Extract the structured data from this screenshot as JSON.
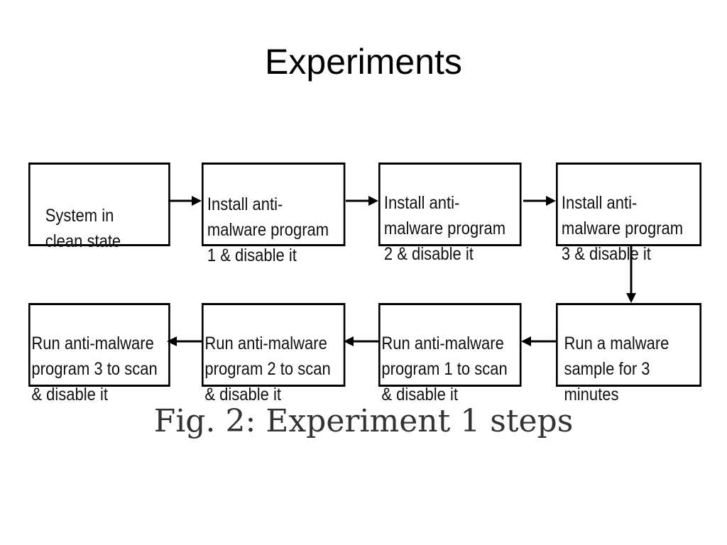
{
  "slide": {
    "title": "Experiments"
  },
  "figure": {
    "caption": "Fig. 2: Experiment 1 steps",
    "steps": [
      "System in\nclean state",
      "Install anti-\nmalware program\n1 & disable it",
      "Install anti-\nmalware program\n2 & disable it",
      "Install anti-\nmalware program\n3 & disable it",
      "Run a malware\nsample for 3\nminutes",
      "Run anti-malware\nprogram 1 to scan\n& disable it",
      "Run anti-malware\nprogram 2 to scan\n& disable it",
      "Run anti-malware\nprogram 3 to scan\n& disable it"
    ]
  }
}
